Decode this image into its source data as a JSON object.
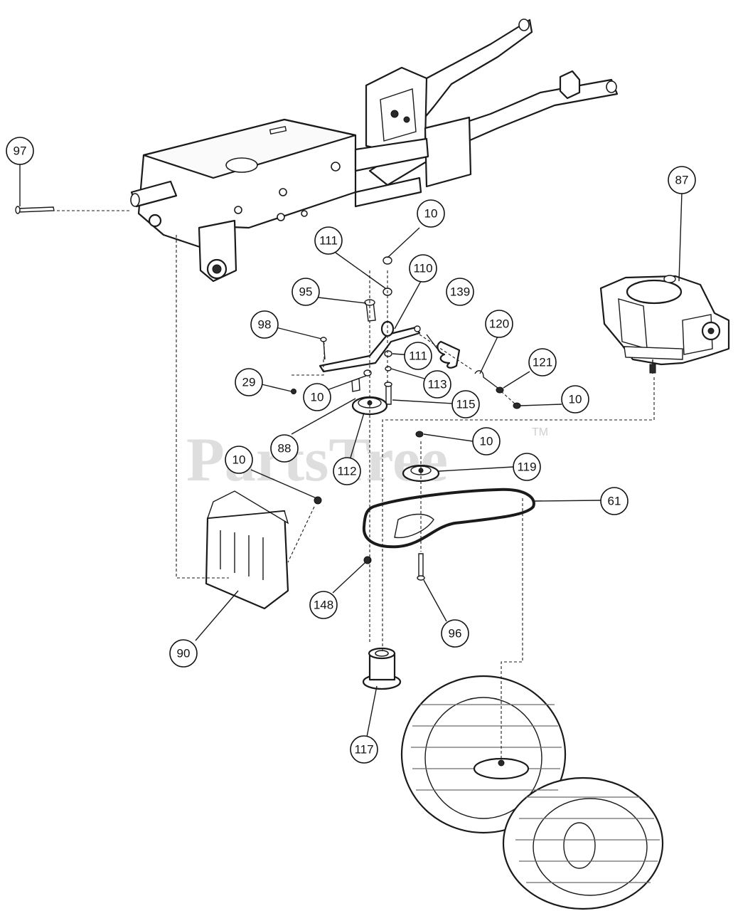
{
  "watermark": {
    "text": "PartsTree",
    "trademark": "TM"
  },
  "callouts": [
    "97",
    "87",
    "10",
    "111",
    "110",
    "95",
    "139",
    "98",
    "120",
    "111",
    "121",
    "29",
    "10",
    "113",
    "115",
    "10",
    "88",
    "112",
    "10",
    "10",
    "119",
    "61",
    "148",
    "96",
    "90",
    "117"
  ]
}
